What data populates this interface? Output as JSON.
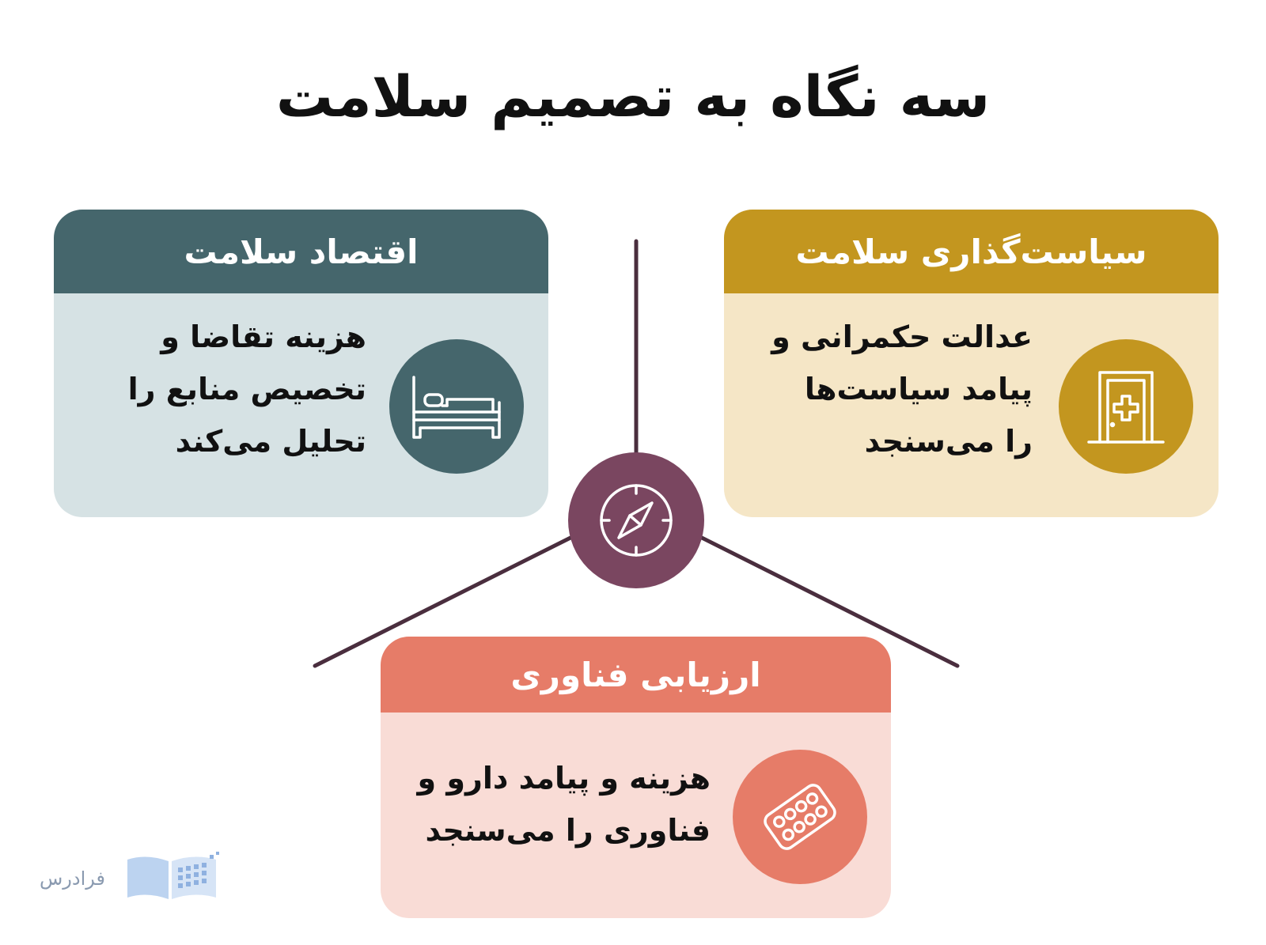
{
  "title": "سه نگاه به تصمیم سلامت",
  "colors": {
    "connector": "#4a2e3e",
    "hub": "#7a4660",
    "policy_header": "#c3961f",
    "policy_body": "#f5e6c6",
    "econ_header": "#45666c",
    "econ_body": "#d6e2e4",
    "tech_header": "#e67c68",
    "tech_body": "#f9dcd6"
  },
  "hub": {
    "icon": "compass-icon"
  },
  "cards": {
    "policy": {
      "title": "سیاست‌گذاری سلامت",
      "lines": [
        "عدالت حکمرانی و",
        "پیامد سیاست‌ها",
        "را می‌سنجد"
      ],
      "icon": "hospital-door-icon"
    },
    "economics": {
      "title": "اقتصاد سلامت",
      "lines": [
        "هزینه تقاضا و",
        "تخصیص منابع را",
        "تحلیل می‌کند"
      ],
      "icon": "hospital-bed-icon"
    },
    "technology": {
      "title": "ارزیابی فناوری",
      "lines": [
        "هزینه و پیامد دارو و",
        "فناوری را می‌سنجد"
      ],
      "icon": "pill-blister-icon"
    }
  },
  "logo": {
    "text": "فرادرس",
    "icon": "open-book-icon"
  }
}
